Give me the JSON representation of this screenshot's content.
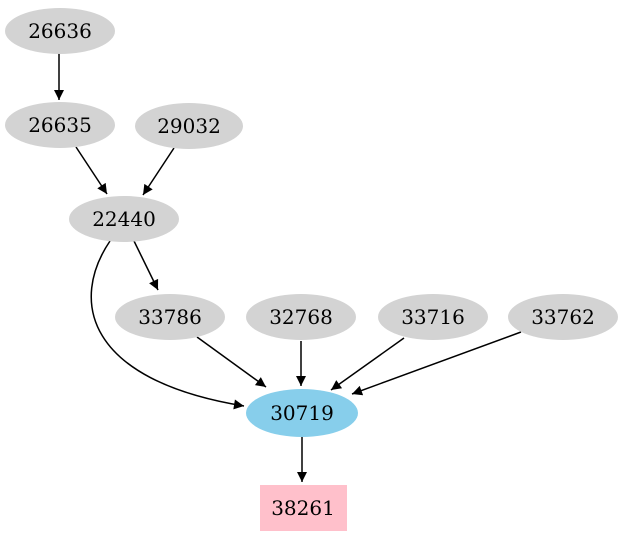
{
  "colors": {
    "node_default": "#d3d3d3",
    "node_highlight": "#87ceeb",
    "node_terminal": "#ffc0cb",
    "edge": "#000000",
    "text": "#000000",
    "background": "#ffffff"
  },
  "graph": {
    "nodes": [
      {
        "id": "26636",
        "label": "26636",
        "shape": "ellipse",
        "color_role": "default"
      },
      {
        "id": "26635",
        "label": "26635",
        "shape": "ellipse",
        "color_role": "default"
      },
      {
        "id": "29032",
        "label": "29032",
        "shape": "ellipse",
        "color_role": "default"
      },
      {
        "id": "22440",
        "label": "22440",
        "shape": "ellipse",
        "color_role": "default"
      },
      {
        "id": "33786",
        "label": "33786",
        "shape": "ellipse",
        "color_role": "default"
      },
      {
        "id": "32768",
        "label": "32768",
        "shape": "ellipse",
        "color_role": "default"
      },
      {
        "id": "33716",
        "label": "33716",
        "shape": "ellipse",
        "color_role": "default"
      },
      {
        "id": "33762",
        "label": "33762",
        "shape": "ellipse",
        "color_role": "default"
      },
      {
        "id": "30719",
        "label": "30719",
        "shape": "ellipse",
        "color_role": "highlight"
      },
      {
        "id": "38261",
        "label": "38261",
        "shape": "box",
        "color_role": "terminal"
      }
    ],
    "edges": [
      {
        "from": "26636",
        "to": "26635"
      },
      {
        "from": "26635",
        "to": "22440"
      },
      {
        "from": "29032",
        "to": "22440"
      },
      {
        "from": "22440",
        "to": "33786"
      },
      {
        "from": "22440",
        "to": "30719"
      },
      {
        "from": "33786",
        "to": "30719"
      },
      {
        "from": "32768",
        "to": "30719"
      },
      {
        "from": "33716",
        "to": "30719"
      },
      {
        "from": "33762",
        "to": "30719"
      },
      {
        "from": "30719",
        "to": "38261"
      }
    ]
  }
}
